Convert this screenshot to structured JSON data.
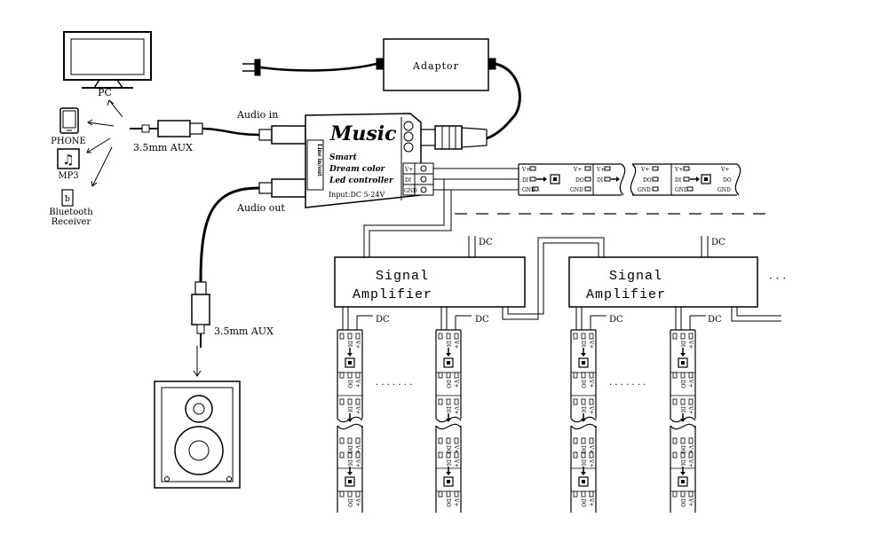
{
  "devices": {
    "pc": "PC",
    "phone": "PHONE",
    "mp3": "MP3",
    "bluetooth_line1": "Bluetooth",
    "bluetooth_line2": "Receiver",
    "bluetooth_glyph": "ƀ",
    "mp3_glyph": "♫"
  },
  "cables": {
    "aux_top": "3.5mm AUX",
    "aux_bottom": "3.5mm AUX",
    "audio_in": "Audio in",
    "audio_out": "Audio out"
  },
  "adaptor": {
    "label": "Adaptor"
  },
  "controller": {
    "title": "Music",
    "line1": "Smart",
    "line2": "Dream color",
    "line3": "Led controller",
    "input": "Input:DC 5-24V",
    "side_label": "Line in/out",
    "term_a": "V+",
    "term_b": "DI",
    "term_c": "GND"
  },
  "strip": {
    "v_plus": "V+",
    "di": "DI",
    "do": "DO",
    "gnd": "GND"
  },
  "amplifiers": [
    {
      "line1": "Signal",
      "line2": "Amplifier"
    },
    {
      "line1": "Signal",
      "line2": "Amplifier"
    }
  ],
  "dc_labels": [
    "DC",
    "DC",
    "DC",
    "DC",
    "DC",
    "DC"
  ],
  "ellipsis": {
    "right": "· · ·",
    "dots": "· · · · · · ·"
  }
}
